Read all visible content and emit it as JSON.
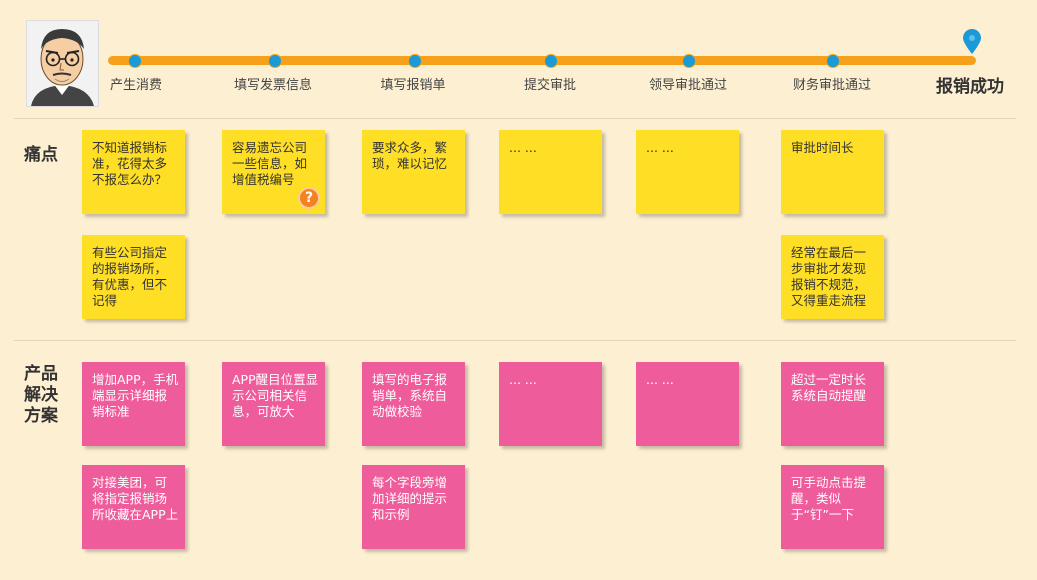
{
  "timeline": {
    "stages": [
      "产生消费",
      "填写发票信息",
      "填写报销单",
      "提交审批",
      "领导审批通过",
      "财务审批通过"
    ],
    "final_stage": "报销成功",
    "pin_icon": "location-pin-icon",
    "colors": {
      "track": "#f7a01b",
      "dot": "#1a9ad6"
    }
  },
  "rows": {
    "pain_points": {
      "label": "痛点",
      "notes": {
        "s1_a": "不知道报销标准，花得太多不报怎么办？",
        "s1_b": "有些公司指定的报销场所，有优惠，但不记得",
        "s2_a": "容易遗忘公司一些信息，如增值税编号",
        "s2_a_icon": "question-icon",
        "s3_a": "要求众多，繁琐，难以记忆",
        "s4_a": "... ...",
        "s5_a": "... ...",
        "s6_a": "审批时间长",
        "s6_b": "经常在最后一步审批才发现报销不规范，又得重走流程"
      }
    },
    "solutions": {
      "label": "产品解决方案",
      "notes": {
        "s1_a": "增加APP，手机端显示详细报销标准",
        "s1_b": "对接美团，可将指定报销场所收藏在APP上",
        "s2_a": "APP醒目位置显示公司相关信息，可放大",
        "s3_a": "填写的电子报销单，系统自动做校验",
        "s3_b": "每个字段旁增加详细的提示和示例",
        "s4_a": "... ...",
        "s5_a": "... ...",
        "s6_a": "超过一定时长系统自动提醒",
        "s6_b": "可手动点击提醒，类似于“钉”一下"
      }
    }
  },
  "colors": {
    "background": "#fdf0d2",
    "pain_note": "#ffde26",
    "solution_note": "#ef5c9b"
  }
}
